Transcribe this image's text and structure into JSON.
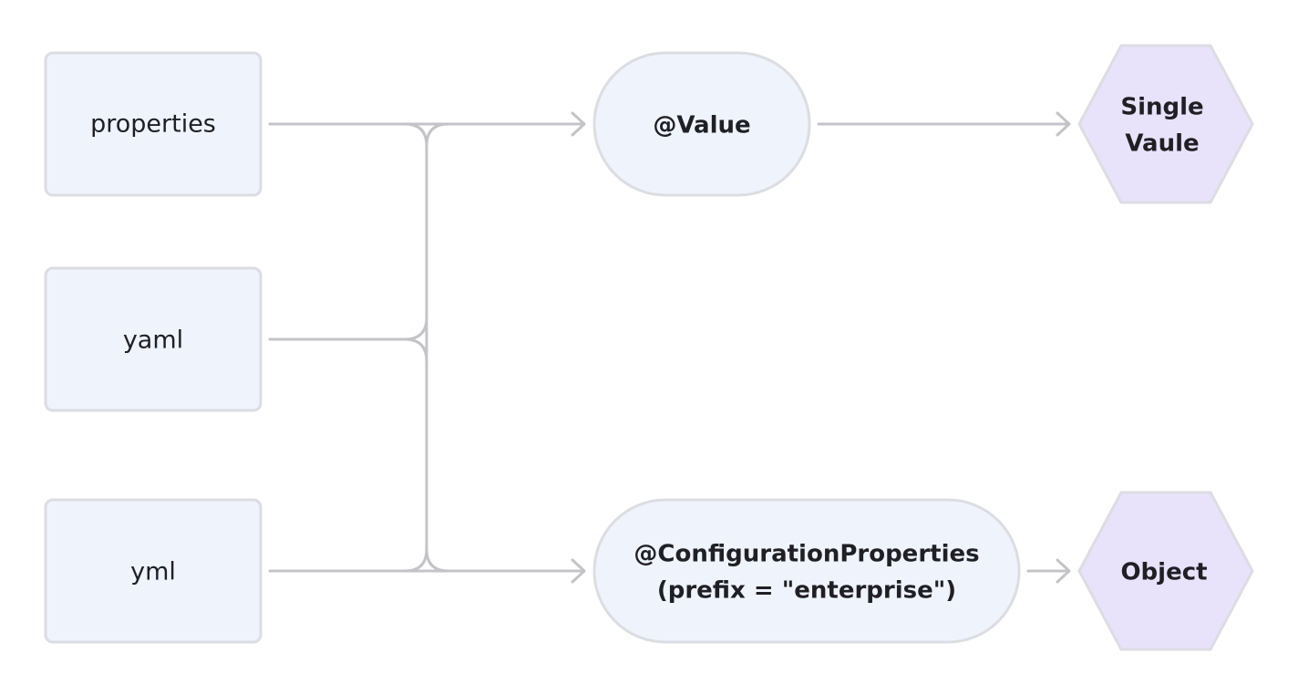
{
  "sources": [
    {
      "id": "properties",
      "label": "properties"
    },
    {
      "id": "yaml",
      "label": "yaml"
    },
    {
      "id": "yml",
      "label": "yml"
    }
  ],
  "annotations": {
    "value": {
      "label": "@Value"
    },
    "config_props": {
      "line1": "@ConfigurationProperties",
      "line2": "(prefix = \"enterprise\")"
    }
  },
  "results": {
    "single_value": {
      "line1": "Single",
      "line2": "Vaule"
    },
    "object": {
      "label": "Object"
    }
  },
  "colors": {
    "source_fill": "#eff3fc",
    "annotation_fill": "#eff3fc",
    "result_fill": "#e8e2fb",
    "stroke": "#dcdde3",
    "edge": "#c4c4c8",
    "text": "#1f1f24"
  }
}
